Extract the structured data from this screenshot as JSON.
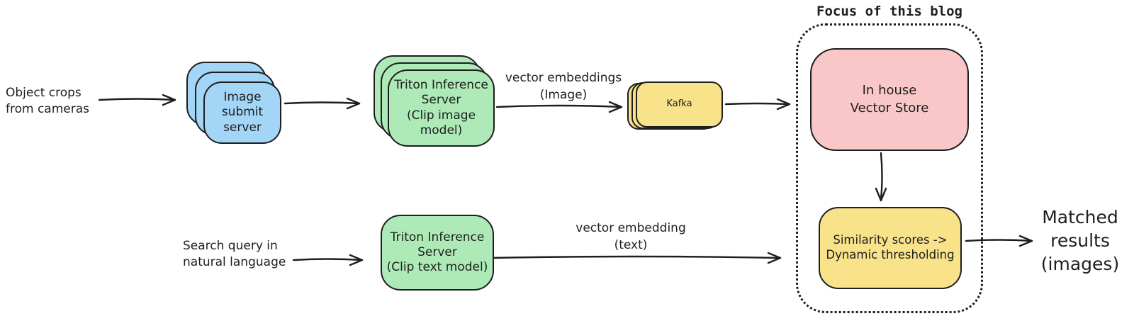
{
  "focus": {
    "title": "Focus of this blog"
  },
  "colors": {
    "blue": "#a3d5f7",
    "green": "#adeab7",
    "yellow": "#f8e28a",
    "pink": "#f9c7c7",
    "ink": "#1e1e1e"
  },
  "labels": {
    "object_crops": "Object crops\nfrom cameras",
    "image_submit_server": "Image\nsubmit\nserver",
    "triton_image": "Triton Inference\nServer\n(Clip image model)",
    "vector_embeddings_image": "vector embeddings\n(Image)",
    "kafka": "Kafka",
    "vector_store": "In house\nVector Store",
    "similarity": "Similarity scores ->\nDynamic thresholding",
    "search_query": "Search query in\nnatural language",
    "triton_text": "Triton Inference\nServer\n(Clip text model)",
    "vector_embedding_text": "vector embedding\n(text)",
    "matched_results": "Matched\nresults\n(images)"
  }
}
